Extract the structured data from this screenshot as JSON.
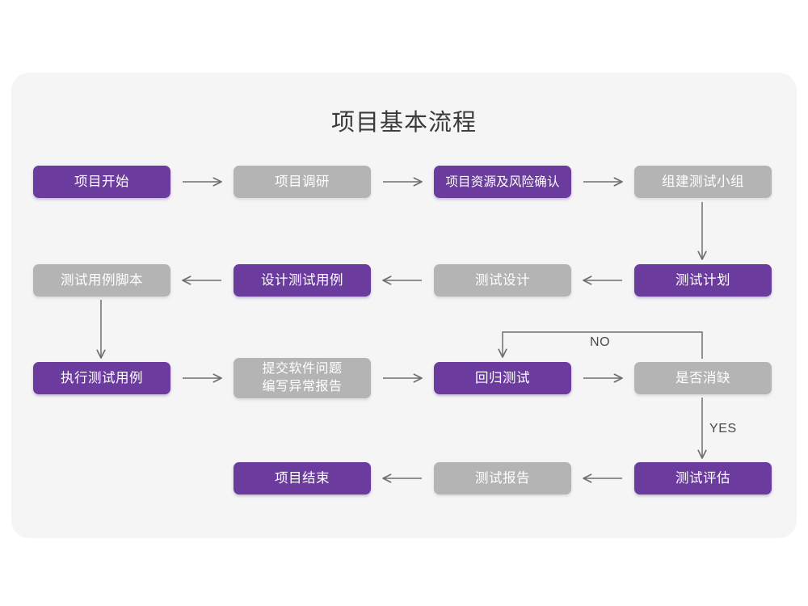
{
  "page": {
    "background": "#ffffff",
    "card_background": "#f5f5f6"
  },
  "header": {
    "title": "项目基本流程"
  },
  "theme": {
    "purple": "#6b3c9e",
    "gray": "#b4b4b5",
    "text_on_node": "#ffffff",
    "connector": "#6e6e6e",
    "title_color": "#3b3b3b"
  },
  "flowchart": {
    "type": "flowchart",
    "direction": "boustrophedon",
    "nodes": [
      {
        "id": "n1",
        "label": "项目开始",
        "style": "purple",
        "row": 1,
        "col": 1
      },
      {
        "id": "n2",
        "label": "项目调研",
        "style": "gray",
        "row": 1,
        "col": 2
      },
      {
        "id": "n3",
        "label": "项目资源及风险确认",
        "style": "purple",
        "row": 1,
        "col": 3
      },
      {
        "id": "n4",
        "label": "组建测试小组",
        "style": "gray",
        "row": 1,
        "col": 4
      },
      {
        "id": "n5",
        "label": "测试计划",
        "style": "purple",
        "row": 2,
        "col": 4
      },
      {
        "id": "n6",
        "label": "测试设计",
        "style": "gray",
        "row": 2,
        "col": 3
      },
      {
        "id": "n7",
        "label": "设计测试用例",
        "style": "purple",
        "row": 2,
        "col": 2
      },
      {
        "id": "n8",
        "label": "测试用例脚本",
        "style": "gray",
        "row": 2,
        "col": 1
      },
      {
        "id": "n9",
        "label": "执行测试用例",
        "style": "purple",
        "row": 3,
        "col": 1
      },
      {
        "id": "n10",
        "label": "提交软件问题\n编写异常报告",
        "style": "gray",
        "row": 3,
        "col": 2
      },
      {
        "id": "n11",
        "label": "回归测试",
        "style": "purple",
        "row": 3,
        "col": 3
      },
      {
        "id": "n12",
        "label": "是否消缺",
        "style": "gray",
        "row": 3,
        "col": 4
      },
      {
        "id": "n13",
        "label": "测试评估",
        "style": "purple",
        "row": 4,
        "col": 4
      },
      {
        "id": "n14",
        "label": "测试报告",
        "style": "gray",
        "row": 4,
        "col": 3
      },
      {
        "id": "n15",
        "label": "项目结束",
        "style": "purple",
        "row": 4,
        "col": 2
      }
    ],
    "edges": [
      {
        "from": "n1",
        "to": "n2",
        "label": "",
        "dir": "right"
      },
      {
        "from": "n2",
        "to": "n3",
        "label": "",
        "dir": "right"
      },
      {
        "from": "n3",
        "to": "n4",
        "label": "",
        "dir": "right"
      },
      {
        "from": "n4",
        "to": "n5",
        "label": "",
        "dir": "down"
      },
      {
        "from": "n5",
        "to": "n6",
        "label": "",
        "dir": "left"
      },
      {
        "from": "n6",
        "to": "n7",
        "label": "",
        "dir": "left"
      },
      {
        "from": "n7",
        "to": "n8",
        "label": "",
        "dir": "left"
      },
      {
        "from": "n8",
        "to": "n9",
        "label": "",
        "dir": "down"
      },
      {
        "from": "n9",
        "to": "n10",
        "label": "",
        "dir": "right"
      },
      {
        "from": "n10",
        "to": "n11",
        "label": "",
        "dir": "right"
      },
      {
        "from": "n11",
        "to": "n12",
        "label": "",
        "dir": "right"
      },
      {
        "from": "n12",
        "to": "n11",
        "label": "NO",
        "dir": "loop-up-left"
      },
      {
        "from": "n12",
        "to": "n13",
        "label": "YES",
        "dir": "down"
      },
      {
        "from": "n13",
        "to": "n14",
        "label": "",
        "dir": "left"
      },
      {
        "from": "n14",
        "to": "n15",
        "label": "",
        "dir": "left"
      }
    ],
    "edge_labels": [
      {
        "id": "lbl-no",
        "text": "NO"
      },
      {
        "id": "lbl-yes",
        "text": "YES"
      }
    ]
  }
}
